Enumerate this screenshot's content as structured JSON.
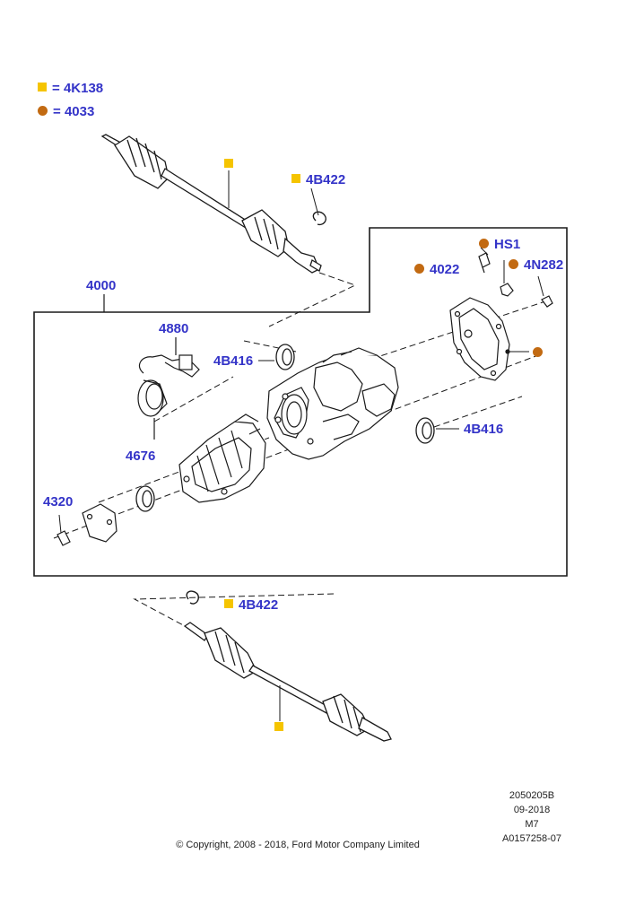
{
  "legend": {
    "square_code": "4K138",
    "dot_code": "4033",
    "equals": "="
  },
  "colors": {
    "label": "#3434c8",
    "square_marker": "#f5c400",
    "dot_marker": "#c26a12",
    "linework": "#1a1a1a"
  },
  "parts": {
    "assembly": "4000",
    "harness": "4880",
    "seal_left": "4B416",
    "seal_right": "4B416",
    "retainer_top": "4B422",
    "retainer_bottom": "4B422",
    "fitting_hs1": "HS1",
    "vent": "4022",
    "plug": "4N282",
    "ring_gear": "4676",
    "yoke": "4320"
  },
  "footer": {
    "code": "2050205B",
    "date": "09-2018",
    "model": "M7",
    "ref": "A0157258-07",
    "copyright": "© Copyright, 2008 - 2018, Ford Motor Company Limited"
  }
}
